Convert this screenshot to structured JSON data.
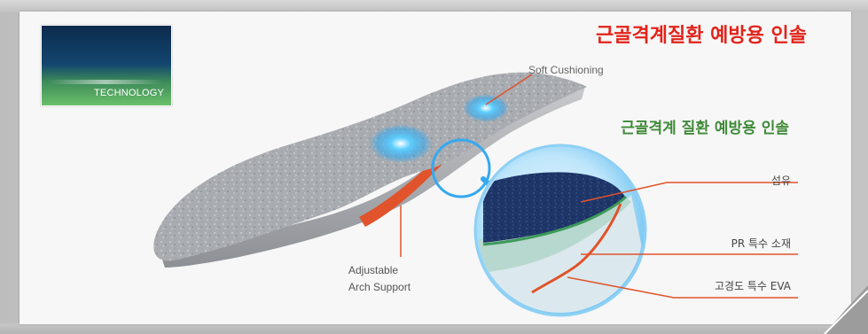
{
  "logo": {
    "text": "TECHNOLOGY"
  },
  "heading": {
    "title": "근골격계질환 예방용 인솔",
    "subtitle": "근골격계 질환 예방용 인솔"
  },
  "callouts": {
    "soft_cushioning": "Soft Cushioning",
    "arch_line1": "Adjustable",
    "arch_line2": "Arch Support"
  },
  "layers": {
    "fiber": "섬유",
    "pr": "PR 특수 소재",
    "eva": "고경도 특수 EVA"
  },
  "colors": {
    "title_red": "#e2231a",
    "subtitle_green": "#3f8a38",
    "leader_orange": "#e0532b",
    "insole_gray": "#a8abb0",
    "fabric_navy": "#1d3467",
    "gel_blue": "#39b6ff"
  }
}
